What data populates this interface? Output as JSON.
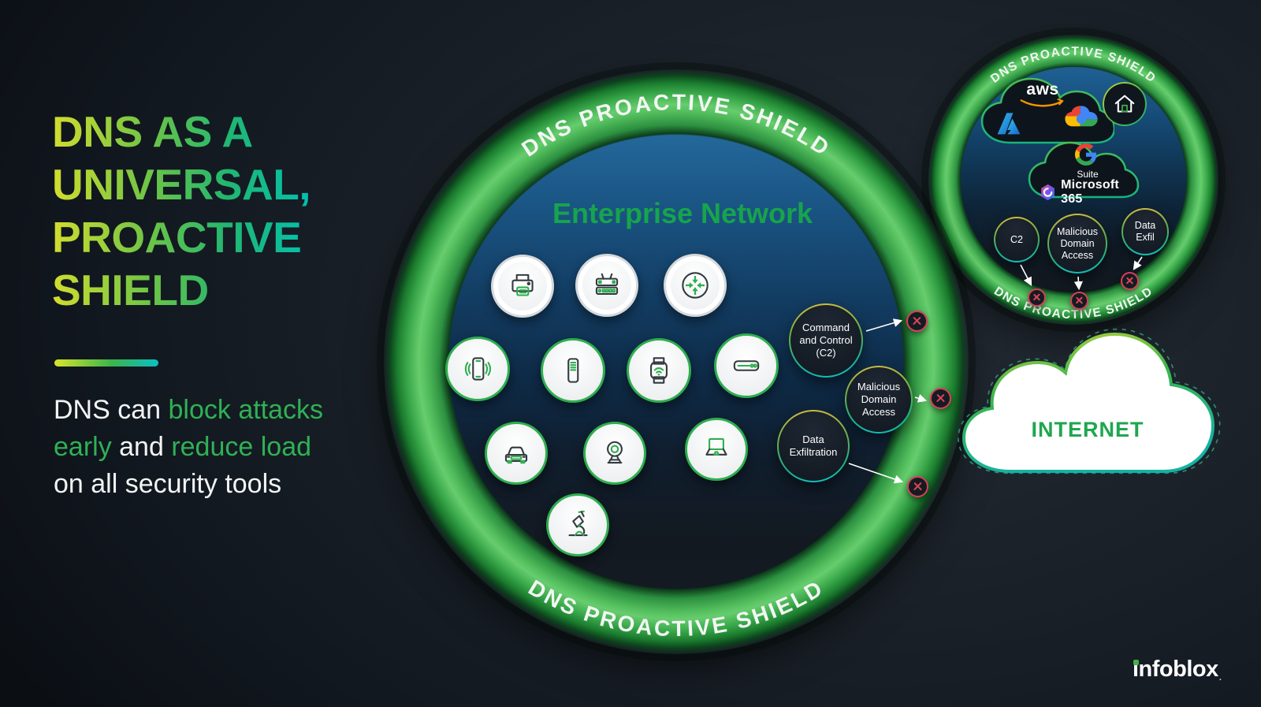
{
  "colors": {
    "background": "#171d24",
    "shield_green": "#3cb54a",
    "gradient_yellow": "#d8e42c",
    "gradient_teal": "#03c0ae",
    "enterprise_green": "#16a44c",
    "internet_green": "#1fa64f",
    "threat_border_yellow": "#d7bb3e",
    "threat_border_teal": "#0fbfc0",
    "block_red": "#d84056",
    "inner_blue_top": "#24689b",
    "white": "#ffffff"
  },
  "left_panel": {
    "title_lines": [
      "DNS AS A",
      "UNIVERSAL,",
      "PROACTIVE",
      "SHIELD"
    ],
    "subtitle_lines": [
      [
        {
          "t": "DNS can ",
          "green": false
        },
        {
          "t": "block attacks",
          "green": true
        }
      ],
      [
        {
          "t": "early",
          "green": true
        },
        {
          "t": " and ",
          "green": false
        },
        {
          "t": "reduce load",
          "green": true
        }
      ],
      [
        {
          "t": "on all security tools",
          "green": false
        }
      ]
    ]
  },
  "main_shield": {
    "ring_label_top": "DNS PROACTIVE SHIELD",
    "ring_label_bottom": "DNS PROACTIVE SHIELD",
    "inner_title": "Enterprise Network",
    "devices": [
      "printer",
      "wireless-router",
      "network-switch",
      "smartphone",
      "server",
      "smartwatch",
      "modem",
      "connected-car",
      "webcam",
      "laptop",
      "microscope"
    ],
    "threats": [
      {
        "label": "Command and Control (C2)"
      },
      {
        "label": "Malicious Domain Access"
      },
      {
        "label": "Data Exfiltration"
      }
    ]
  },
  "cloud_shield": {
    "ring_label_top": "DNS PROACTIVE SHIELD",
    "ring_label_bottom": "DNS PROACTIVE SHIELD",
    "provider_logos": [
      "azure",
      "aws",
      "google-cloud",
      "home",
      "google-g",
      "microsoft-365"
    ],
    "aws_label": "aws",
    "suite_label": "Suite",
    "m365_label": "Microsoft 365",
    "threats": [
      {
        "label": "C2"
      },
      {
        "label": "Malicious Domain Access"
      },
      {
        "label": "Data Exfil"
      }
    ]
  },
  "internet": {
    "label": "INTERNET"
  },
  "brand": {
    "name": "infoblox",
    "mark": "."
  }
}
